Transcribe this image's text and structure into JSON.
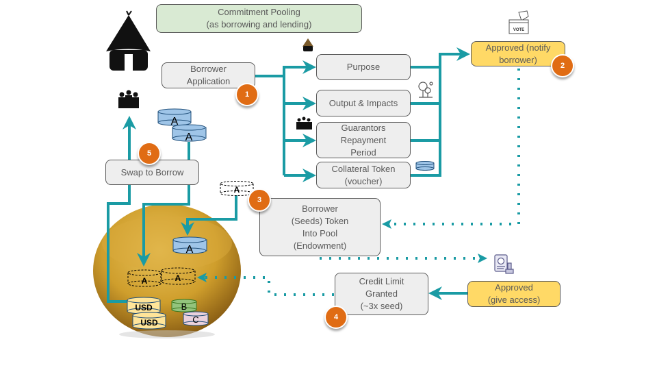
{
  "title": {
    "line1": "Commitment Pooling",
    "line2": "(as borrowing and lending)"
  },
  "boxes": {
    "borrower_application": {
      "line1": "Borrower",
      "line2": "Application"
    },
    "purpose": {
      "line1": "Purpose"
    },
    "output_impacts": {
      "line1": "Output & Impacts"
    },
    "guarantors": {
      "line1": "Guarantors",
      "line2": "Repayment",
      "line3": "Period"
    },
    "collateral": {
      "line1": "Collateral Token",
      "line2": "(voucher)"
    },
    "approved_notify": {
      "line1": "Approved (notify",
      "line2": "borrower)"
    },
    "seed_pool": {
      "line1": "Borrower",
      "line2": "(Seeds) Token",
      "line3": "Into Pool",
      "line4": "(Endowment)"
    },
    "credit_limit": {
      "line1": "Credit Limit",
      "line2": "Granted",
      "line3": "(~3x seed)"
    },
    "approved_access": {
      "line1": "Approved",
      "line2": "(give access)"
    },
    "swap": {
      "line1": "Swap to Borrow"
    }
  },
  "steps": [
    "1",
    "2",
    "3",
    "4",
    "5"
  ],
  "tokens": {
    "a": "A",
    "usd": "USD",
    "b": "B",
    "c": "C"
  },
  "icons": {
    "vote_label": "VOTE"
  },
  "colors": {
    "connector": "#1a9ba4",
    "step_badge": "#e06c14",
    "approved_fill": "#ffd966",
    "title_fill": "#d9ead3",
    "box_fill": "#eeeeee",
    "token_a": "#9fc5e8",
    "token_usd": "#ffe599",
    "token_b": "#93c47d",
    "token_c": "#ead1dc",
    "bowl": "#c89a2a"
  }
}
